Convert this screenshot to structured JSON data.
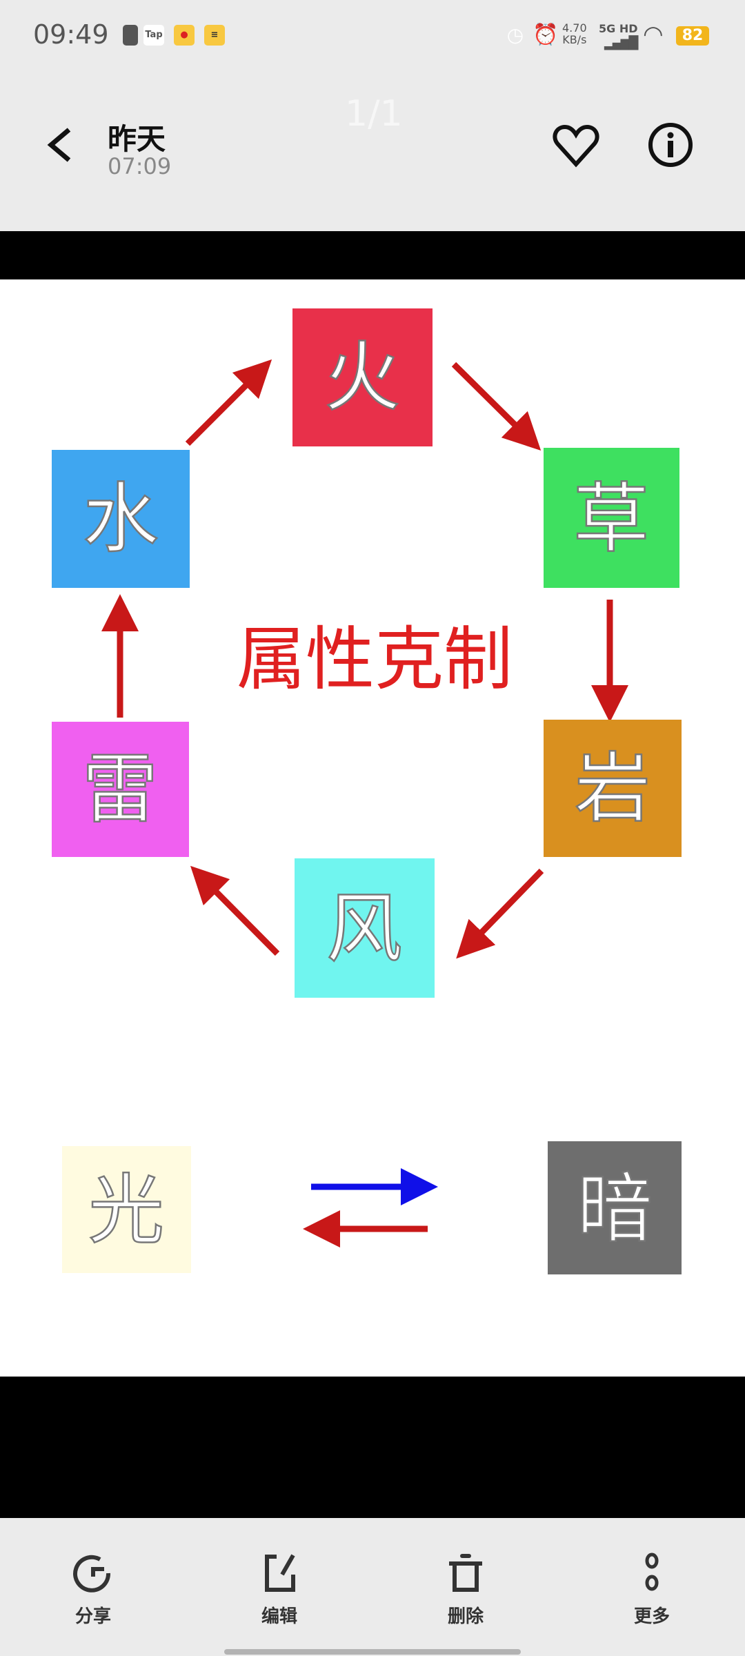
{
  "status_bar": {
    "time": "09:49",
    "notif_icons": [
      "radio-icon",
      "taptap-icon",
      "weibo-icon",
      "dewu-icon"
    ],
    "tap_label": "Tap",
    "speed_value": "4.70",
    "speed_unit": "KB/s",
    "network": "5G HD",
    "battery": "82"
  },
  "header": {
    "title": "昨天",
    "subtitle": "07:09",
    "counter": "1/1"
  },
  "diagram": {
    "title": "属性克制",
    "elements": {
      "fire": "火",
      "grass": "草",
      "rock": "岩",
      "wind": "风",
      "thunder": "雷",
      "water": "水",
      "light": "光",
      "dark": "暗"
    },
    "colors": {
      "fire": "#e8304a",
      "grass": "#3ee060",
      "rock": "#d9901f",
      "wind": "#70f5ef",
      "thunder": "#f060f0",
      "water": "#3fa6f0",
      "light": "#fffbe0",
      "dark": "#6e6e6e",
      "arrow_red": "#c81818",
      "arrow_blue": "#1010e8"
    }
  },
  "toolbar": {
    "share": "分享",
    "edit": "编辑",
    "delete": "删除",
    "more": "更多"
  }
}
